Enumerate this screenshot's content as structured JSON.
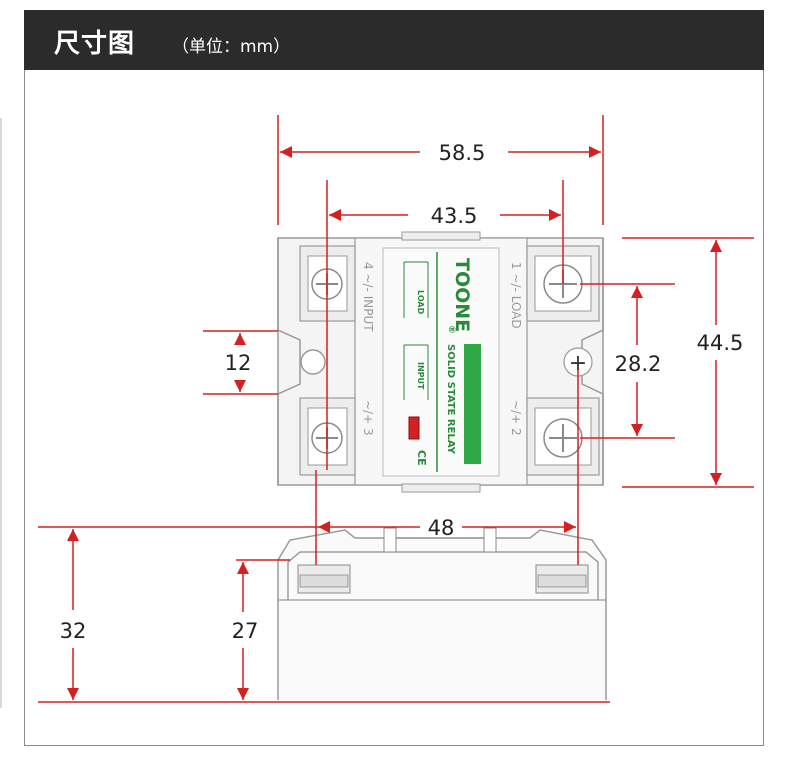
{
  "header": {
    "title": "尺寸图",
    "unit": "（单位：mm）"
  },
  "colors": {
    "dimension": "#d42020",
    "header_bg": "#2b2b2b",
    "brand_green": "#2a8a3a",
    "led": "#d42020"
  },
  "dimensions": {
    "overall_width": "58.5",
    "mount_spacing": "43.5",
    "overall_height": "44.5",
    "terminal_spacing": "28.2",
    "hole_diameter": "12",
    "base_width": "48",
    "total_height": "32",
    "body_height": "27"
  },
  "relay": {
    "brand": "TOONE",
    "registered": "®",
    "product": "SOLID STATE RELAY",
    "load_label": "LOAD",
    "input_label": "INPUT",
    "ce_mark": "CE",
    "plus_sign": "+",
    "terminals": {
      "t1": "1  ~/-  LOAD",
      "t2": "~/+  2",
      "t3": "~/+  3",
      "t4": "4  ~/-  INPUT"
    }
  }
}
